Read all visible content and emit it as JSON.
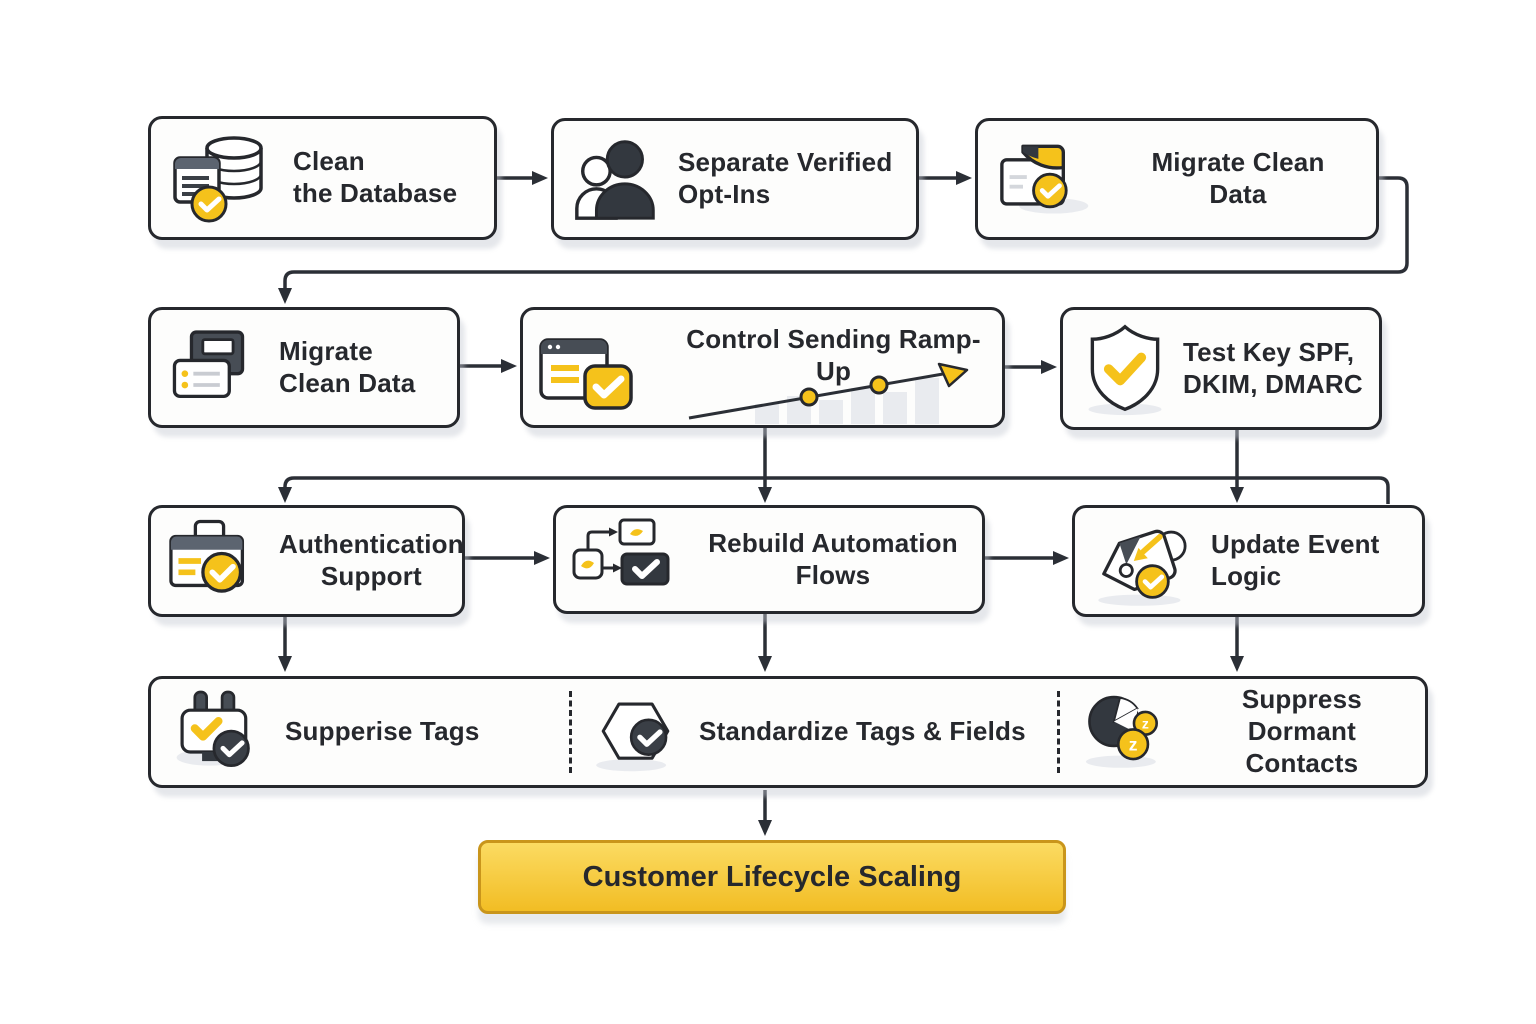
{
  "palette": {
    "ink": "#26282d",
    "arrow": "#2b2f36",
    "yellow": "#F5C21B",
    "yellow_border": "#C9951B",
    "final_gradient_top": "#FBDB62",
    "final_gradient_bottom": "#F2BD24",
    "box_bg": "#FDFDFC",
    "icon_dark": "#33383f",
    "icon_gray": "#5c6470",
    "shadow_gray": "#E9EBEF"
  },
  "nodes": {
    "clean_database": {
      "line1": "Clean",
      "line2": "the Database",
      "icon": "database-check-icon"
    },
    "separate_verified_opt_ins": {
      "line1": "Separate Verified",
      "line2": "Opt-Ins",
      "icon": "users-icon"
    },
    "migrate_clean_data_top": {
      "line1": "Migrate Clean",
      "line2": "Data",
      "icon": "card-check-icon"
    },
    "migrate_clean_data_left": {
      "line1": "Migrate",
      "line2": "Clean Data",
      "icon": "cards-transfer-icon"
    },
    "control_sending_ramp_up": {
      "line1": "Control Sending Ramp-Up",
      "icon": "browser-check-trend-icon"
    },
    "test_key_spf_dkim_dmarc": {
      "line1": "Test Key SPF,",
      "line2": "DKIM, DMARC",
      "icon": "shield-check-icon"
    },
    "authentication_support": {
      "line1": "Authentication",
      "line2": "Support",
      "icon": "briefcase-check-icon"
    },
    "rebuild_automation_flows": {
      "line1": "Rebuild Automation",
      "line2": "Flows",
      "icon": "flow-branches-check-icon"
    },
    "update_event_logic": {
      "line1": "Update Event",
      "line2": "Logic",
      "icon": "tag-check-icon"
    },
    "supperise_tags": {
      "line1": "Supperise Tags",
      "icon": "plug-check-icon"
    },
    "standardize_tags_fields": {
      "line1": "Standardize Tags & Fields",
      "icon": "hexagon-check-icon"
    },
    "suppress_dormant_contacts": {
      "line1": "Suppress Dormant",
      "line2": "Contacts",
      "icon": "pie-sleep-icon"
    },
    "final": {
      "label": "Customer Lifecycle Scaling"
    }
  },
  "icon_glyphs": {
    "sleep_letter": "z"
  }
}
